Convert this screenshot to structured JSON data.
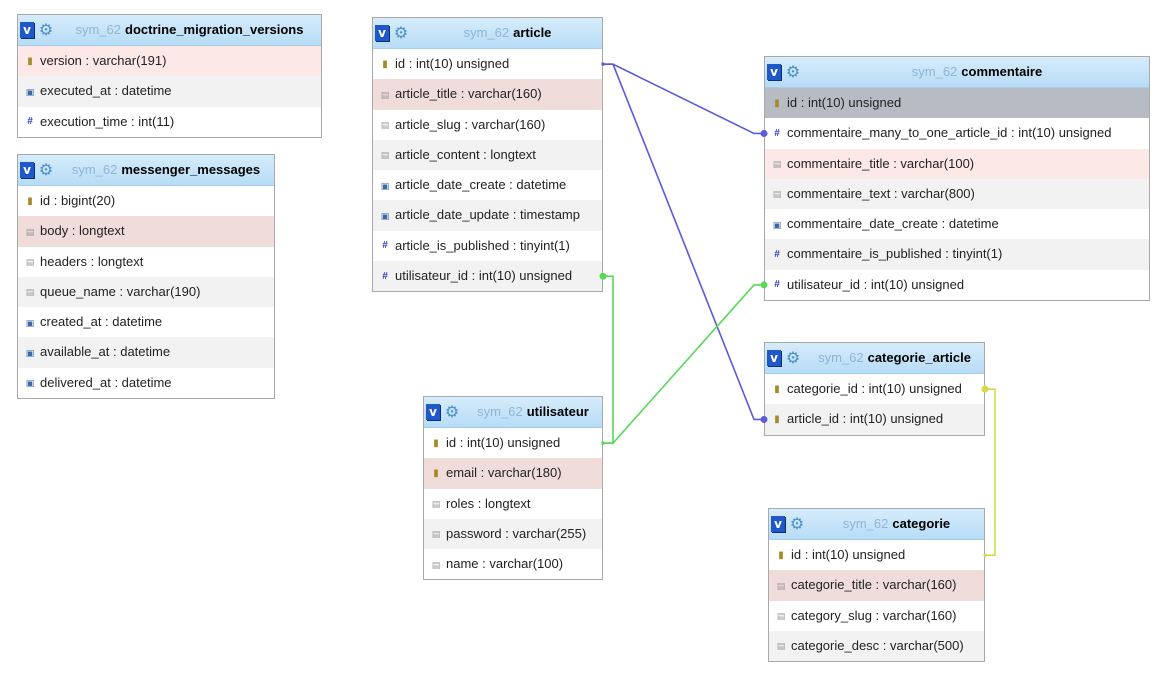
{
  "database": "sym_62",
  "header_button": "v",
  "tables": [
    {
      "id": "doctrine_migration_versions",
      "name": "doctrine_migration_versions",
      "columns": [
        {
          "text": "version : varchar(191)",
          "icon": "primary-key-icon",
          "style": "pk"
        },
        {
          "text": "executed_at : datetime",
          "icon": "datetime-icon",
          "style": "alt"
        },
        {
          "text": "execution_time : int(11)",
          "icon": "numeric-icon",
          "style": ""
        }
      ]
    },
    {
      "id": "messenger_messages",
      "name": "messenger_messages",
      "columns": [
        {
          "text": "id : bigint(20)",
          "icon": "primary-key-icon",
          "style": ""
        },
        {
          "text": "body : longtext",
          "icon": "text-icon",
          "style": "hl"
        },
        {
          "text": "headers : longtext",
          "icon": "text-icon",
          "style": ""
        },
        {
          "text": "queue_name : varchar(190)",
          "icon": "text-icon",
          "style": "alt"
        },
        {
          "text": "created_at : datetime",
          "icon": "datetime-icon",
          "style": ""
        },
        {
          "text": "available_at : datetime",
          "icon": "datetime-icon",
          "style": "alt"
        },
        {
          "text": "delivered_at : datetime",
          "icon": "datetime-icon",
          "style": ""
        }
      ]
    },
    {
      "id": "article",
      "name": "article",
      "columns": [
        {
          "text": "id : int(10) unsigned",
          "icon": "primary-key-icon",
          "style": ""
        },
        {
          "text": "article_title : varchar(160)",
          "icon": "text-icon",
          "style": "hl"
        },
        {
          "text": "article_slug : varchar(160)",
          "icon": "text-icon",
          "style": ""
        },
        {
          "text": "article_content : longtext",
          "icon": "text-icon",
          "style": "alt"
        },
        {
          "text": "article_date_create : datetime",
          "icon": "datetime-icon",
          "style": ""
        },
        {
          "text": "article_date_update : timestamp",
          "icon": "datetime-icon",
          "style": "alt"
        },
        {
          "text": "article_is_published : tinyint(1)",
          "icon": "numeric-icon",
          "style": ""
        },
        {
          "text": "utilisateur_id : int(10) unsigned",
          "icon": "numeric-icon",
          "style": "alt"
        }
      ]
    },
    {
      "id": "utilisateur",
      "name": "utilisateur",
      "columns": [
        {
          "text": "id : int(10) unsigned",
          "icon": "primary-key-icon",
          "style": ""
        },
        {
          "text": "email : varchar(180)",
          "icon": "unique-key-icon",
          "style": "hl"
        },
        {
          "text": "roles : longtext",
          "icon": "text-icon",
          "style": ""
        },
        {
          "text": "password : varchar(255)",
          "icon": "text-icon",
          "style": "alt"
        },
        {
          "text": "name : varchar(100)",
          "icon": "text-icon",
          "style": ""
        }
      ]
    },
    {
      "id": "commentaire",
      "name": "commentaire",
      "columns": [
        {
          "text": "id : int(10) unsigned",
          "icon": "primary-key-icon",
          "style": "sel"
        },
        {
          "text": "commentaire_many_to_one_article_id : int(10) unsigned",
          "icon": "numeric-icon",
          "style": ""
        },
        {
          "text": "commentaire_title : varchar(100)",
          "icon": "text-icon",
          "style": "pk"
        },
        {
          "text": "commentaire_text : varchar(800)",
          "icon": "text-icon",
          "style": "alt"
        },
        {
          "text": "commentaire_date_create : datetime",
          "icon": "datetime-icon",
          "style": ""
        },
        {
          "text": "commentaire_is_published : tinyint(1)",
          "icon": "numeric-icon",
          "style": "alt"
        },
        {
          "text": "utilisateur_id : int(10) unsigned",
          "icon": "numeric-icon",
          "style": ""
        }
      ]
    },
    {
      "id": "categorie_article",
      "name": "categorie_article",
      "columns": [
        {
          "text": "categorie_id : int(10) unsigned",
          "icon": "primary-key-icon",
          "style": ""
        },
        {
          "text": "article_id : int(10) unsigned",
          "icon": "primary-key-icon",
          "style": "alt"
        }
      ]
    },
    {
      "id": "categorie",
      "name": "categorie",
      "columns": [
        {
          "text": "id : int(10) unsigned",
          "icon": "primary-key-icon",
          "style": ""
        },
        {
          "text": "categorie_title : varchar(160)",
          "icon": "text-icon",
          "style": "hl"
        },
        {
          "text": "category_slug : varchar(160)",
          "icon": "text-icon",
          "style": ""
        },
        {
          "text": "categorie_desc : varchar(500)",
          "icon": "text-icon",
          "style": "alt"
        }
      ]
    }
  ],
  "relations": [
    {
      "from_table": "article",
      "from_column": "id",
      "to_table": "commentaire",
      "to_column": "commentaire_many_to_one_article_id",
      "color": "#5b5bdc"
    },
    {
      "from_table": "article",
      "from_column": "id",
      "to_table": "categorie_article",
      "to_column": "article_id",
      "color": "#5b5bdc"
    },
    {
      "from_table": "utilisateur",
      "from_column": "id",
      "to_table": "article",
      "to_column": "utilisateur_id",
      "color": "#5ad85a"
    },
    {
      "from_table": "utilisateur",
      "from_column": "id",
      "to_table": "commentaire",
      "to_column": "utilisateur_id",
      "color": "#5ad85a"
    },
    {
      "from_table": "categorie",
      "from_column": "id",
      "to_table": "categorie_article",
      "to_column": "categorie_id",
      "color": "#d8d84a"
    }
  ]
}
